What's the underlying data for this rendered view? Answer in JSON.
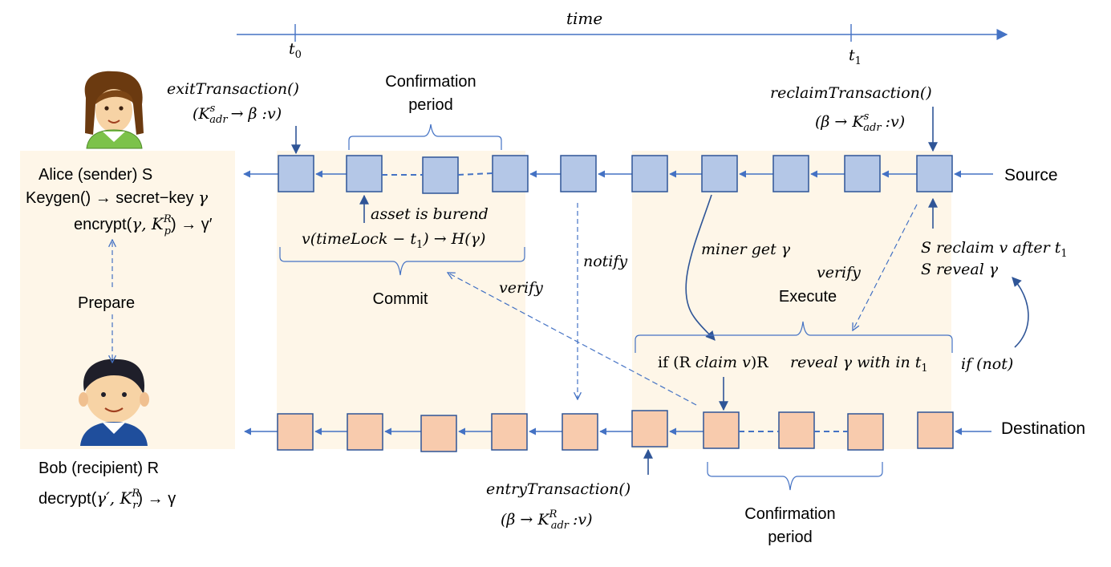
{
  "time": {
    "label": "time",
    "t0": "t",
    "t0_sub": "0",
    "t1": "t",
    "t1_sub": "1"
  },
  "sender": {
    "name": "Alice (sender) S",
    "keygen_prefix": "Keygen() → secret−key ",
    "keygen_symbol": "γ",
    "encrypt": {
      "prefix": "encrypt(",
      "gamma": "γ",
      "sep": ", K",
      "sup": "R",
      "sub": "p",
      "suffix": ") → γ′"
    }
  },
  "prepare": "Prepare",
  "recipient": {
    "name": "Bob (recipient) R",
    "decrypt": {
      "prefix": "decrypt(",
      "gamma": "γ′",
      "sep": ", K",
      "sup": "R",
      "sub": "r",
      "suffix": ") → γ"
    }
  },
  "chains": {
    "source": "Source",
    "destination": "Destination"
  },
  "commit": {
    "label": "Commit",
    "asset_note": "asset is burend",
    "lock": {
      "prefix": "v(timeLock − t",
      "sub": "1",
      "suffix": ") → H(γ)"
    }
  },
  "confirmation_top": {
    "line1": "Confirmation",
    "line2": "period"
  },
  "confirmation_bottom": {
    "line1": "Confirmation",
    "line2": "period"
  },
  "exit_tx": {
    "name": "exitTransaction()",
    "pre": "(K",
    "sup": "s",
    "sub": "adr",
    "post": "→ β :v)"
  },
  "reclaim_tx": {
    "name": "reclaimTransaction()",
    "pre": "(β → K",
    "sup": "s",
    "sub": "adr",
    "post": ":v)"
  },
  "entry_tx": {
    "name": "entryTransaction()",
    "pre": "(β → K",
    "sup": "R",
    "sub": "adr",
    "post": ":v)"
  },
  "execute": {
    "label": "Execute",
    "claim_prefix": "if (R ",
    "claim_italic": "claim v",
    "claim_mid": ")R",
    "reveal": "reveal γ with in t",
    "reveal_sub": "1"
  },
  "annotations": {
    "notify": "notify",
    "verify_left": "verify",
    "verify_right": "verify",
    "miner": "miner get γ",
    "reclaim_line1": "S reclaim v after t",
    "reclaim_sub": "1",
    "reclaim_line2": "S reveal γ",
    "if_not": "if (not)"
  },
  "colors": {
    "source_block": "#B4C7E7",
    "destination_block": "#F8CBAD",
    "block_border": "#2F5597",
    "arrow": "#4472C4",
    "panel": "#FEF6E8"
  }
}
